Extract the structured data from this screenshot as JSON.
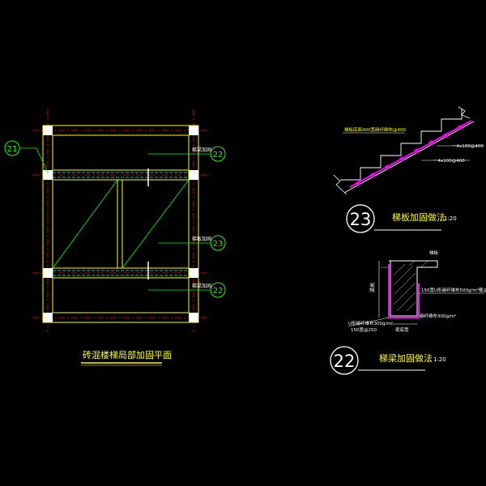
{
  "plan": {
    "title": "砖混楼梯局部加固平面",
    "label_beam_1": "梯梁加固",
    "label_beam_2": "梯板加固",
    "label_beam_3": "梯梁加固",
    "callout_21": "21",
    "callout_22a": "22",
    "callout_23": "23",
    "callout_22b": "22"
  },
  "detail23": {
    "number": "23",
    "title": "梯板加固做法",
    "scale": "1:20",
    "note_top": "梯板底面400宽碳纤维布@400",
    "note_r1": "一4x100@400",
    "note_r2": "一4x100@400"
  },
  "detail22": {
    "number": "22",
    "title": "梯梁加固做法",
    "scale": "1:20",
    "note_top": "梯板",
    "note_beam_h": "梁高",
    "note_r1": "150宽U形碳纤维布500g/m²箍@",
    "note_l1": "U形碳纤维布300g/m²",
    "note_l2": "150宽@250",
    "note_r2": "碳纤维布300g/m²",
    "note_bottom": "梁底宽"
  },
  "colors": {
    "bg": "#000000",
    "wall": "#ffff00",
    "grid": "#ff0000",
    "dashed": "#00ffff",
    "leader": "#00ff00",
    "fiber": "#ff00ff",
    "text": "#ffffff"
  }
}
